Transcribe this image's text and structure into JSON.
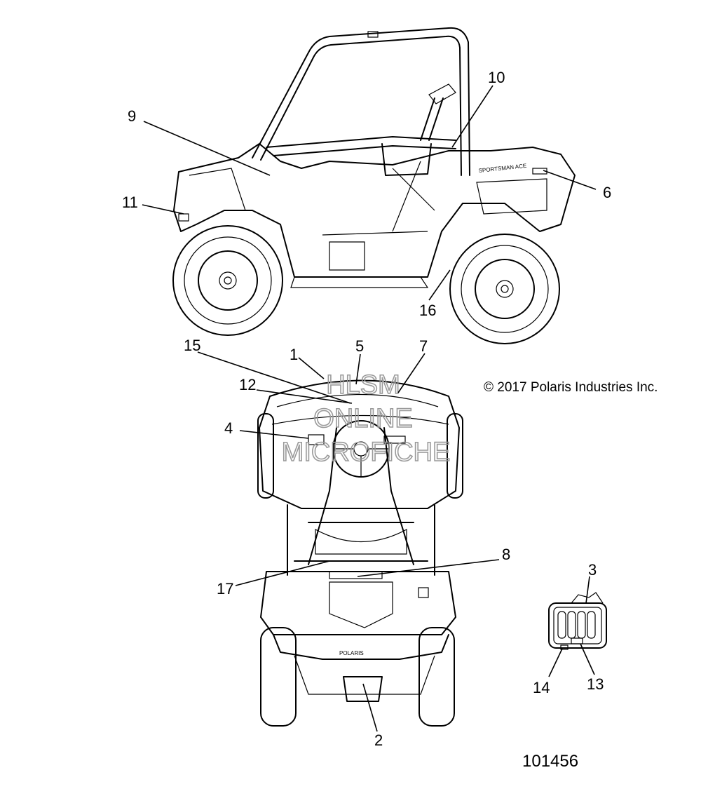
{
  "copyright": "© 2017 Polaris Industries Inc.",
  "figure_number": "101456",
  "watermark": [
    "HLSM",
    "ONLINE",
    "MICROFICHE"
  ],
  "decal_text": {
    "side_panel": "SPORTSMAN ACE",
    "rear_panel": "POLARIS"
  },
  "callouts": {
    "c1": "1",
    "c2": "2",
    "c3": "3",
    "c4": "4",
    "c5": "5",
    "c6": "6",
    "c7": "7",
    "c8": "8",
    "c9": "9",
    "c10": "10",
    "c11": "11",
    "c12": "12",
    "c13": "13",
    "c14": "14",
    "c15": "15",
    "c16": "16",
    "c17": "17"
  }
}
